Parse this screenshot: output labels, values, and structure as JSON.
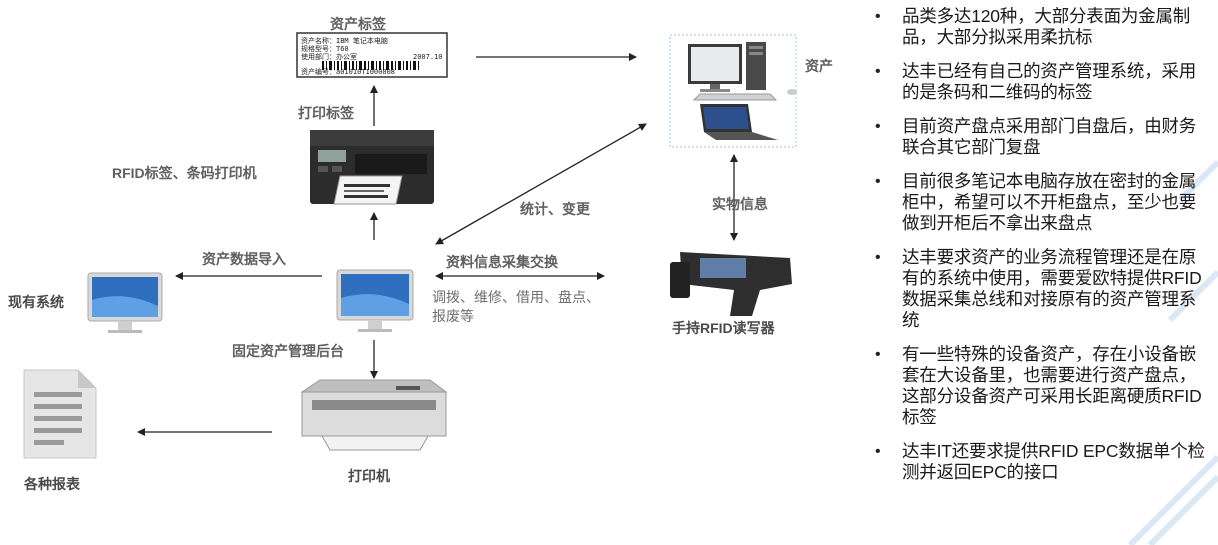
{
  "labels": {
    "asset_tag": "资产标签",
    "print_tag": "打印标签",
    "rfid_printer": "RFID标签、条码打印机",
    "asset": "资产",
    "stats_change": "统计、变更",
    "physical_info": "实物信息",
    "asset_data_import": "资产数据导入",
    "data_exchange": "资料信息采集交换",
    "operations": "调拨、维修、借用、盘点、报废等",
    "existing_system": "现有系统",
    "backend": "固定资产管理后台",
    "handheld_reader": "手持RFID读写器",
    "reports": "各种报表",
    "printer": "打印机"
  },
  "tag_lines": [
    "资产名称：IBM 笔记本电脑",
    "规格型号：T60",
    "使用部门：办公室",
    "资产编号：a01010T1000008"
  ],
  "tag_date": "2007.10",
  "bullets": [
    "品类多达120种，大部分表面为金属制品，大部分拟采用柔抗标",
    "达丰已经有自己的资产管理系统，采用的是条码和二维码的标签",
    "目前资产盘点采用部门自盘后，由财务联合其它部门复盘",
    "目前很多笔记本电脑存放在密封的金属柜中，希望可以不开柜盘点，至少也要做到开柜后不拿出来盘点",
    "达丰要求资产的业务流程管理还是在原有的系统中使用，需要爱欧特提供RFID数据采集总线和对接原有的资产管理系统",
    "有一些特殊的设备资产，存在小设备嵌套在大设备里，也需要进行资产盘点，这部分设备资产可采用长距离硬质RFID标签",
    "达丰IT还要求提供RFID EPC数据单个检测并返回EPC的接口"
  ],
  "bullet_symbol": "•",
  "colors": {
    "label": "#606060",
    "arrow": "#222222",
    "asset_box_border": "#9fc3e3",
    "decor": "#dbe8f4"
  }
}
